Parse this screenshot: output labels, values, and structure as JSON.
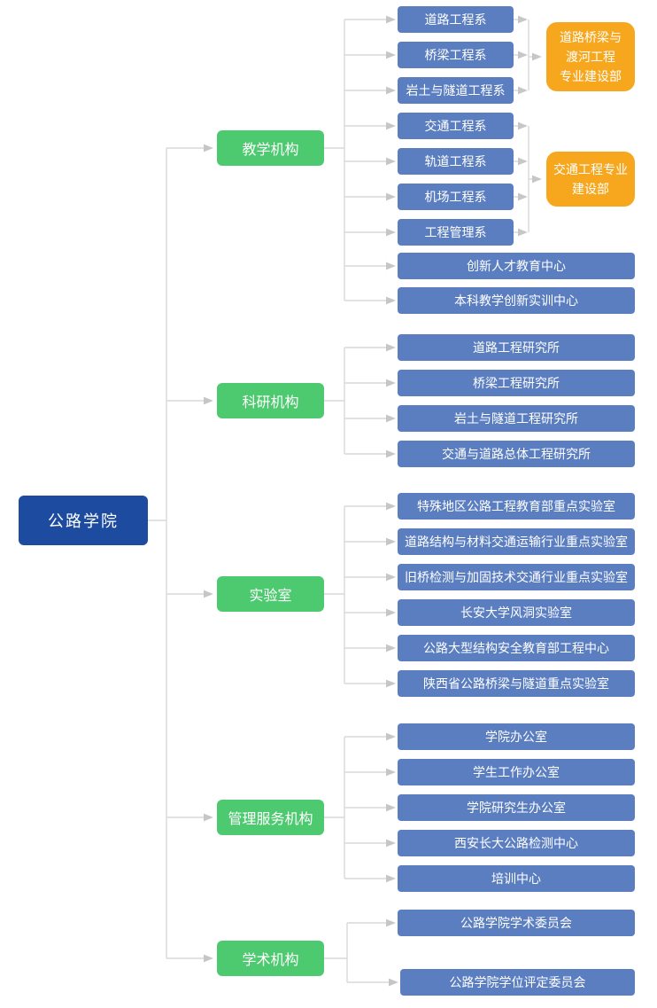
{
  "root": {
    "label": "公路学院"
  },
  "colors": {
    "root_bg": "#1c4ba0",
    "category_bg": "#4dca6f",
    "item_bg": "#5b7ec1",
    "highlight_bg": "#f6a71e",
    "line": "#d9d9d9",
    "arrow": "#c6c6c6",
    "text": "#ffffff"
  },
  "categories": [
    {
      "label": "教学机构",
      "children": [
        "道路工程系",
        "桥梁工程系",
        "岩土与隧道工程系",
        "交通工程系",
        "轨道工程系",
        "机场工程系",
        "工程管理系",
        "创新人才教育中心",
        "本科教学创新实训中心"
      ]
    },
    {
      "label": "科研机构",
      "children": [
        "道路工程研究所",
        "桥梁工程研究所",
        "岩土与隧道工程研究所",
        "交通与道路总体工程研究所"
      ]
    },
    {
      "label": "实验室",
      "children": [
        "特殊地区公路工程教育部重点实验室",
        "道路结构与材料交通运输行业重点实验室",
        "旧桥检测与加固技术交通行业重点实验室",
        "长安大学风洞实验室",
        "公路大型结构安全教育部工程中心",
        "陕西省公路桥梁与隧道重点实验室"
      ]
    },
    {
      "label": "管理服务机构",
      "children": [
        "学院办公室",
        "学生工作办公室",
        "学院研究生办公室",
        "西安长大公路检测中心",
        "培训中心"
      ]
    },
    {
      "label": "学术机构",
      "children": [
        "公路学院学术委员会",
        "公路学院学位评定委员会"
      ]
    }
  ],
  "special_departments": [
    {
      "label": "道路桥梁与渡河工程专业建设部",
      "lines": [
        "道路桥梁与",
        "渡河工程",
        "专业建设部"
      ]
    },
    {
      "label": "交通工程专业建设部",
      "lines": [
        "交通工程专业",
        "建设部"
      ]
    }
  ]
}
